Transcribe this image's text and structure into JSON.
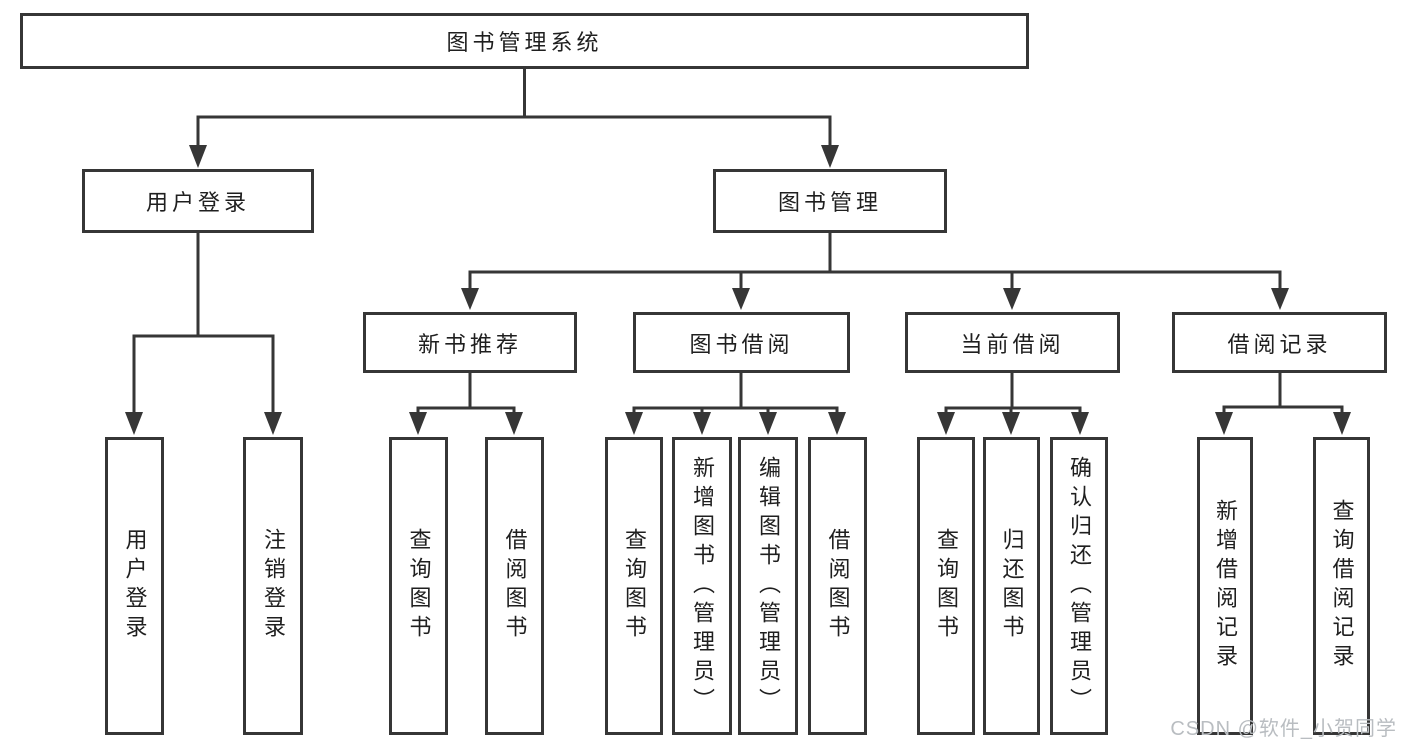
{
  "root": {
    "label": "图书管理系统",
    "children": [
      {
        "label": "用户登录",
        "children": [
          {
            "label": "用户登录"
          },
          {
            "label": "注销登录"
          }
        ]
      },
      {
        "label": "图书管理",
        "children": [
          {
            "label": "新书推荐",
            "children": [
              {
                "label": "查询图书"
              },
              {
                "label": "借阅图书"
              }
            ]
          },
          {
            "label": "图书借阅",
            "children": [
              {
                "label": "查询图书"
              },
              {
                "label": "新增图书（管理员）"
              },
              {
                "label": "编辑图书（管理员）"
              },
              {
                "label": "借阅图书"
              }
            ]
          },
          {
            "label": "当前借阅",
            "children": [
              {
                "label": "查询图书"
              },
              {
                "label": "归还图书"
              },
              {
                "label": "确认归还（管理员）"
              }
            ]
          },
          {
            "label": "借阅记录",
            "children": [
              {
                "label": "新增借阅记录"
              },
              {
                "label": "查询借阅记录"
              }
            ]
          }
        ]
      }
    ]
  },
  "watermark": {
    "text": "CSDN @软件_小贺同学"
  },
  "colors": {
    "line": "#363636",
    "text": "#1f1f1f",
    "background": "#ffffff",
    "watermark": "#b9bdc1"
  }
}
